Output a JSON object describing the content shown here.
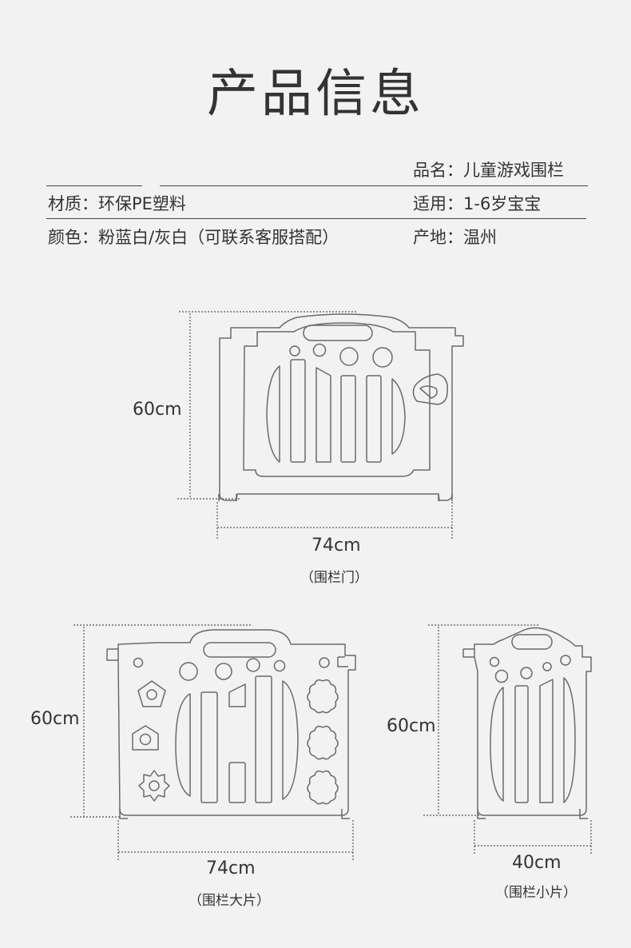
{
  "title": "产品信息",
  "specs": {
    "name": "品名：儿童游戏围栏",
    "material": "材质：环保PE塑料",
    "suitable": "适用：1-6岁宝宝",
    "color": "颜色：粉蓝白/灰白（可联系客服搭配）",
    "origin": "产地：温州"
  },
  "gate": {
    "height": "60cm",
    "width": "74cm",
    "caption": "（围栏门）"
  },
  "large_panel": {
    "height": "60cm",
    "width": "74cm",
    "caption": "（围栏大片）"
  },
  "small_panel": {
    "height": "60cm",
    "width": "40cm",
    "caption": "（围栏小片）"
  }
}
